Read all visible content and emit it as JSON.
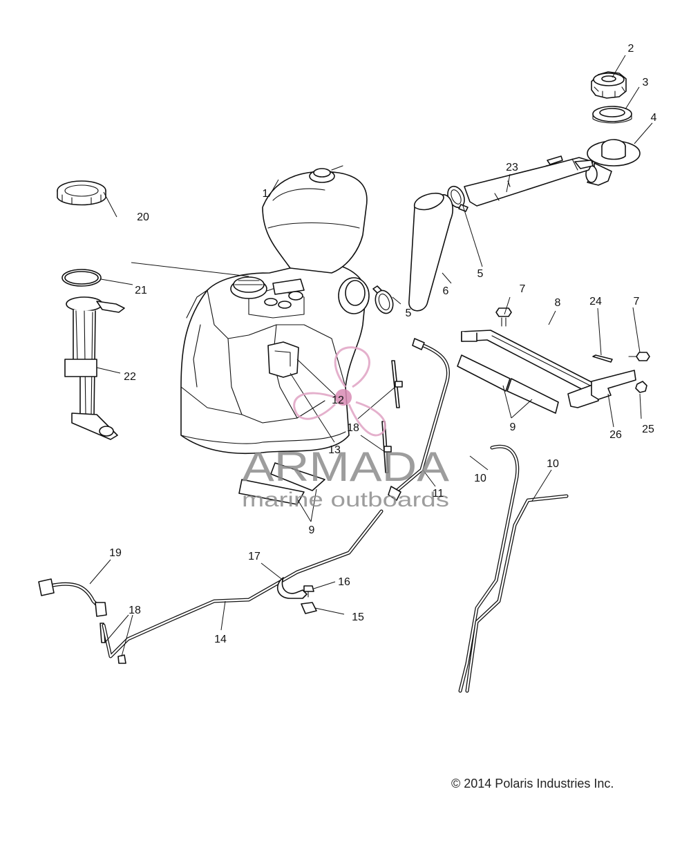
{
  "callouts": [
    "1",
    "2",
    "3",
    "4",
    "5",
    "5",
    "6",
    "7",
    "7",
    "8",
    "9",
    "9",
    "10",
    "10",
    "11",
    "12",
    "13",
    "14",
    "15",
    "16",
    "17",
    "18",
    "18",
    "19",
    "20",
    "21",
    "22",
    "23",
    "24",
    "25",
    "26"
  ],
  "watermark": {
    "brand": "ARMADA",
    "tagline": "marine outboards",
    "brand_color": "#8c8c8c",
    "logo_color": "#e0a3c4",
    "logo_dot_color": "#d98bb5"
  },
  "copyright": "© 2014 Polaris Industries Inc."
}
